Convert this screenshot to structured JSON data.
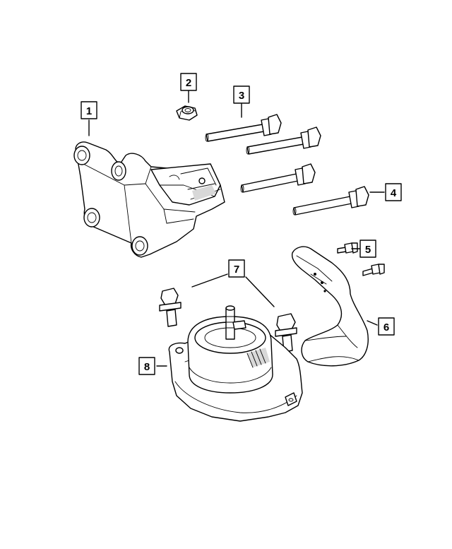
{
  "callouts": [
    {
      "id": "1",
      "label": "1",
      "part": "bracket"
    },
    {
      "id": "2",
      "label": "2",
      "part": "nut"
    },
    {
      "id": "3",
      "label": "3",
      "part": "bolts"
    },
    {
      "id": "4",
      "label": "4",
      "part": "bolts"
    },
    {
      "id": "5",
      "label": "5",
      "part": "bolts"
    },
    {
      "id": "6",
      "label": "6",
      "part": "heat-shield"
    },
    {
      "id": "7",
      "label": "7",
      "part": "bolts"
    },
    {
      "id": "8",
      "label": "8",
      "part": "engine-mount"
    }
  ]
}
